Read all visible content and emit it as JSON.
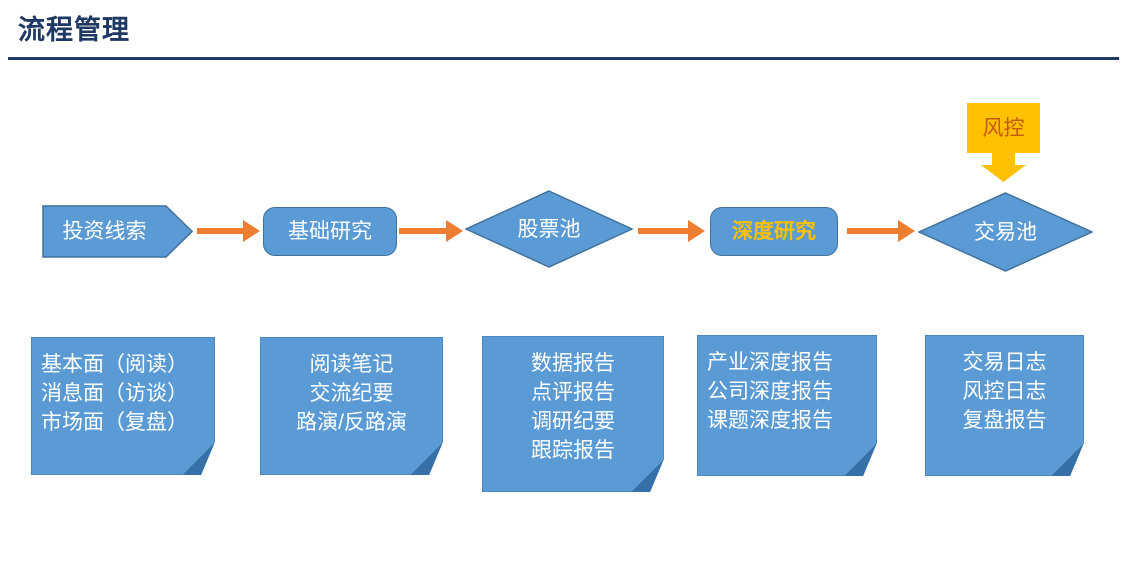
{
  "title": "流程管理",
  "colors": {
    "title_navy": "#1F3864",
    "shape_blue": "#5B9BD5",
    "shape_border_blue": "#41719C",
    "arrow_orange": "#ED7D31",
    "callout_gold": "#FFC000",
    "callout_text_orange": "#C55A11",
    "highlight_text_gold": "#FFC000",
    "shape_text_white": "#FFFFFF"
  },
  "flow": {
    "steps": [
      {
        "label": "投资线索",
        "shape": "pentagon"
      },
      {
        "label": "基础研究",
        "shape": "rounded-rect"
      },
      {
        "label": "股票池",
        "shape": "diamond"
      },
      {
        "label": "深度研究",
        "shape": "rounded-rect",
        "highlighted": true
      },
      {
        "label": "交易池",
        "shape": "diamond"
      }
    ],
    "risk_callout": {
      "label": "风控"
    }
  },
  "notes": [
    {
      "align": "left",
      "lines": [
        "基本面（阅读）",
        "消息面（访谈）",
        "市场面（复盘）"
      ]
    },
    {
      "align": "center",
      "lines": [
        "阅读笔记",
        "交流纪要",
        "路演/反路演"
      ]
    },
    {
      "align": "center",
      "lines": [
        "数据报告",
        "点评报告",
        "调研纪要",
        "跟踪报告"
      ]
    },
    {
      "align": "left",
      "lines": [
        "产业深度报告",
        "公司深度报告",
        "课题深度报告"
      ]
    },
    {
      "align": "center",
      "lines": [
        "交易日志",
        "风控日志",
        "复盘报告"
      ]
    }
  ]
}
